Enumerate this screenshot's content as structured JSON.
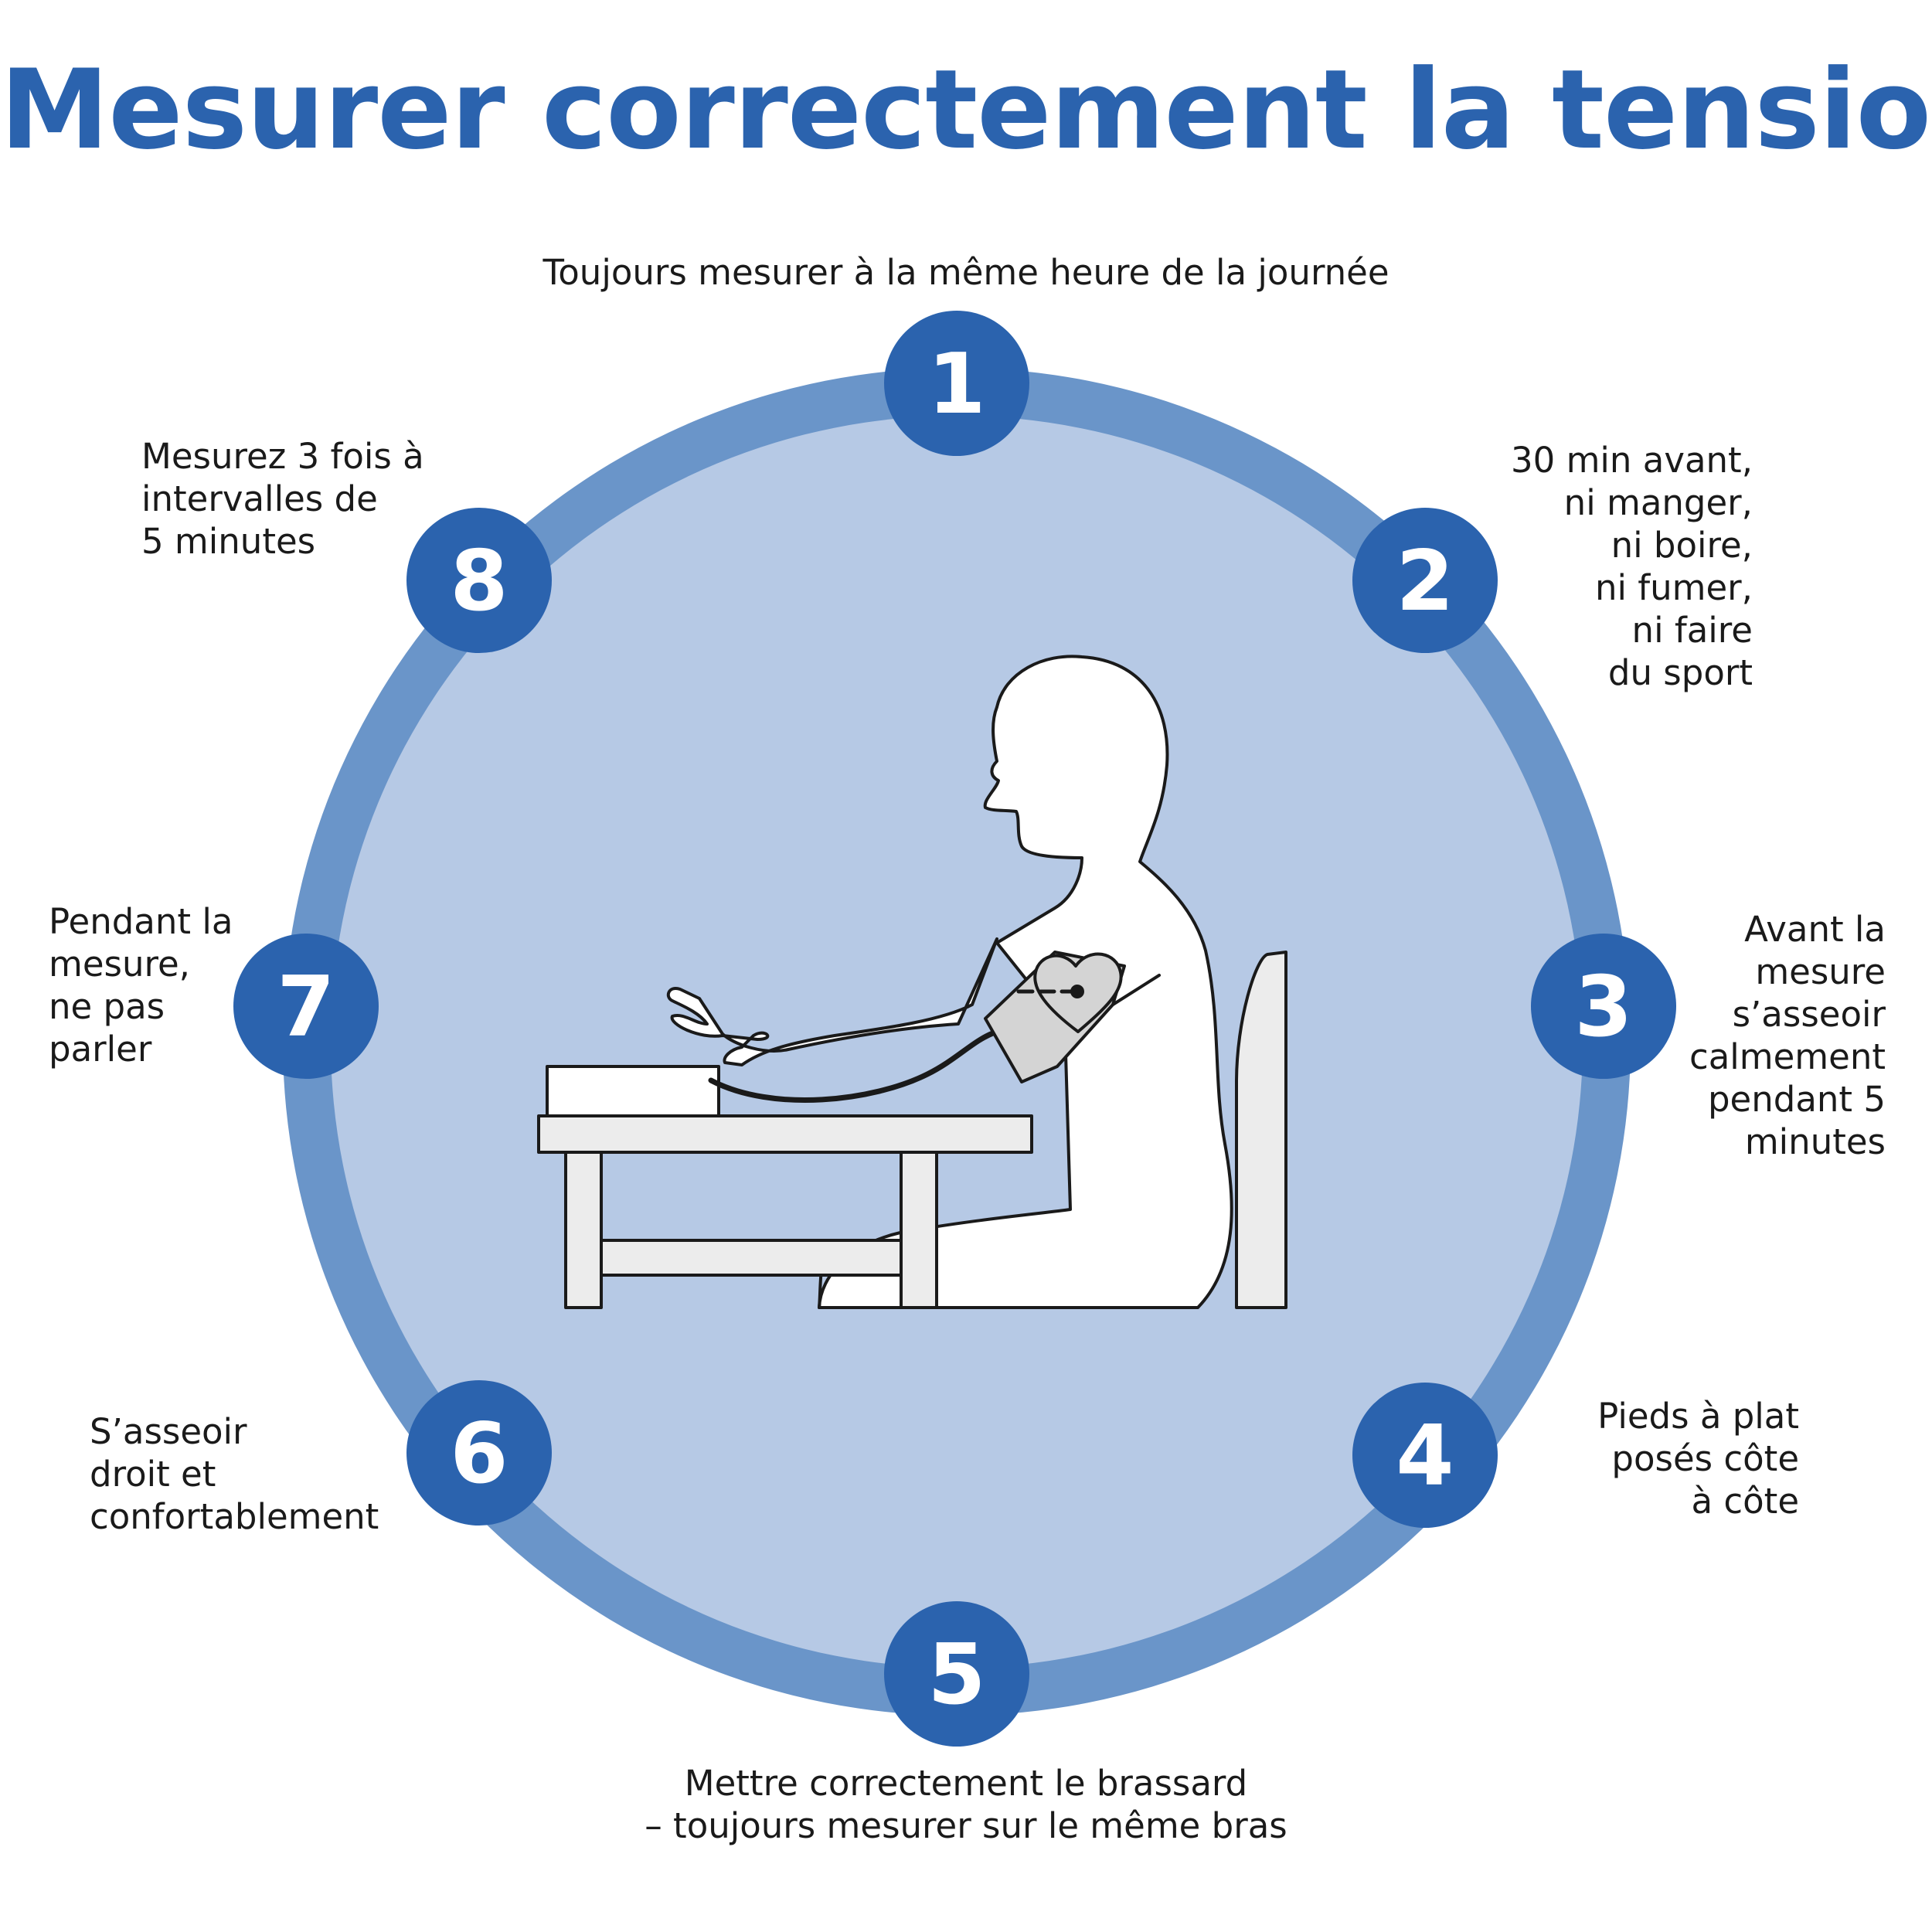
{
  "title": "Mesurer correctement la tension",
  "colors": {
    "title": "#2b63ae",
    "badge": "#2b63ae",
    "ring": "#6a95c9",
    "disc": "#b6c9e5",
    "ink": "#1a1a1a",
    "cuff": "#d4d4d4",
    "chair": "#ececec"
  },
  "steps": [
    {
      "number": "1",
      "lines": [
        "Toujours mesurer à la même heure de la journée"
      ]
    },
    {
      "number": "2",
      "lines": [
        "30 min avant,",
        "ni manger,",
        "ni boire,",
        "ni fumer,",
        "ni faire",
        "du sport"
      ]
    },
    {
      "number": "3",
      "lines": [
        "Avant la",
        "mesure",
        "s’asseoir",
        "calmement",
        "pendant 5",
        "minutes"
      ]
    },
    {
      "number": "4",
      "lines": [
        "Pieds à plat",
        "posés côte",
        "à côte"
      ]
    },
    {
      "number": "5",
      "lines": [
        "Mettre correctement le brassard",
        "– toujours mesurer sur le même bras"
      ]
    },
    {
      "number": "6",
      "lines": [
        "S’asseoir",
        "droit et",
        "confortablement"
      ]
    },
    {
      "number": "7",
      "lines": [
        "Pendant la",
        "mesure,",
        "ne pas",
        "parler"
      ]
    },
    {
      "number": "8",
      "lines": [
        "Mesurez 3 fois à",
        "intervalles de",
        "5 minutes"
      ]
    }
  ],
  "illustration": {
    "icons": [
      "person-icon",
      "blood-pressure-monitor-icon",
      "cuff-icon",
      "heart-icon",
      "table-icon",
      "chair-icon"
    ]
  }
}
